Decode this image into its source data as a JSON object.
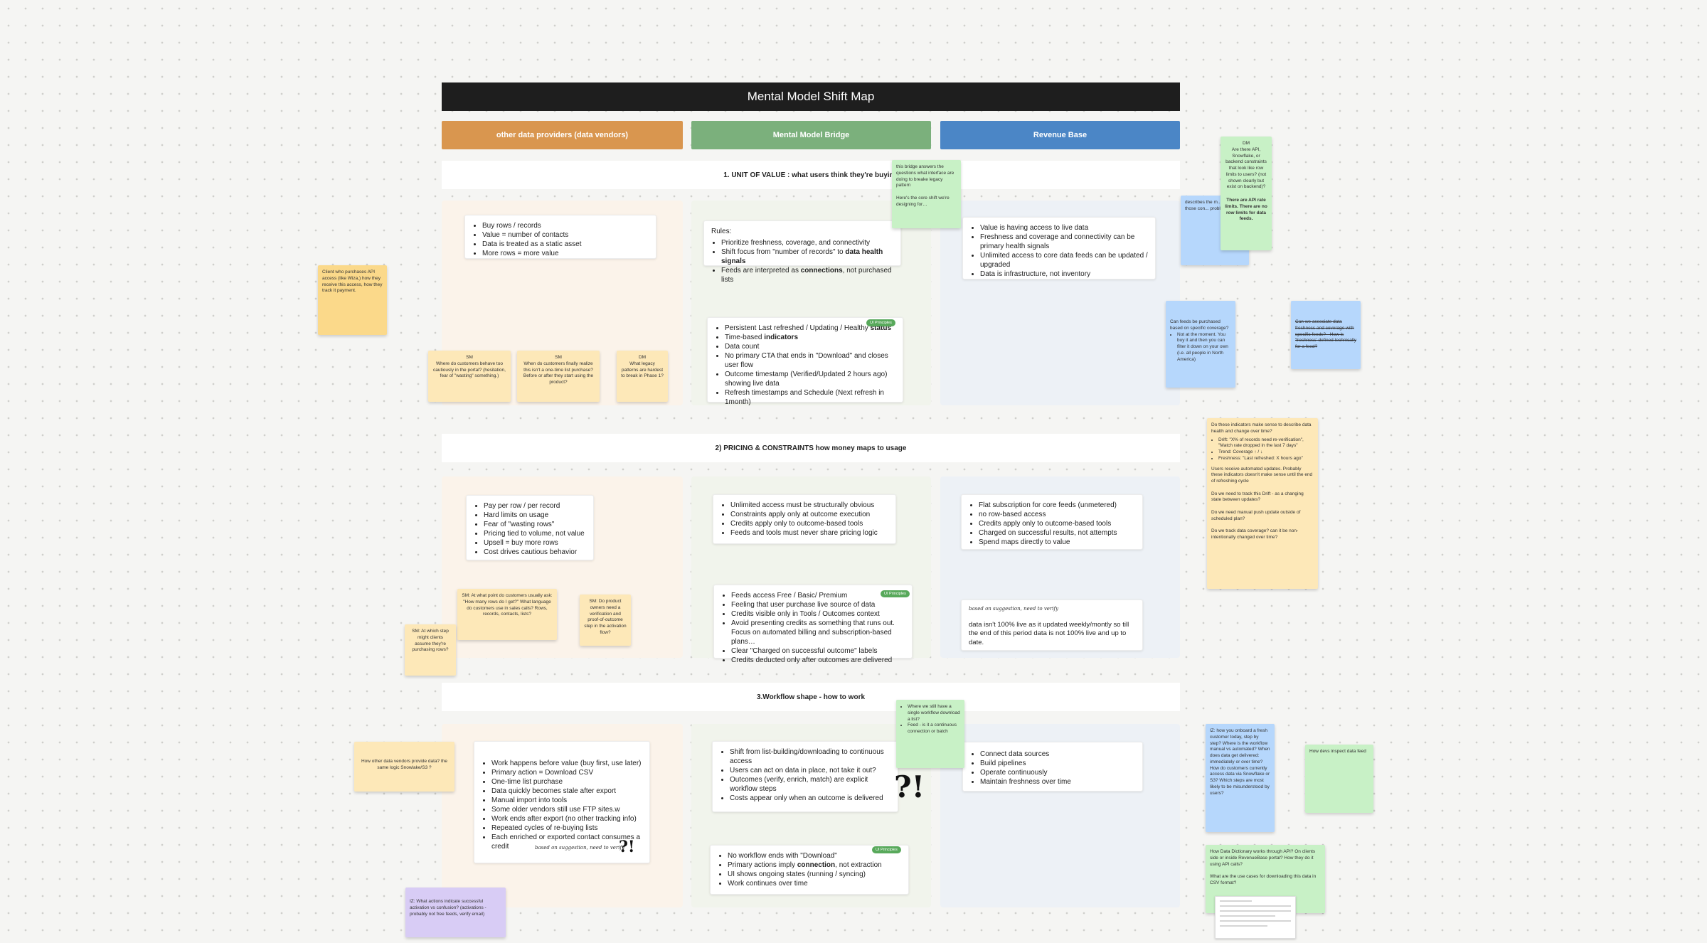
{
  "board": {
    "title": "Mental Model Shift Map",
    "columns": [
      {
        "label": "other data providers (data vendors)",
        "color": "#d9964f"
      },
      {
        "label": "Mental Model Bridge",
        "color": "#7bb07c"
      },
      {
        "label": "Revenue Base",
        "color": "#4b86c6"
      }
    ]
  },
  "sections": {
    "s1": "1.  UNIT OF VALUE : what users think they're buying",
    "s2": "2) PRICING & CONSTRAINTS  how money maps to usage",
    "s3": "3.Workflow shape - how to work"
  },
  "s1": {
    "vendor": [
      "Buy rows / records",
      "Value = number of contacts",
      "Data is treated as a static asset",
      "More rows = more value"
    ],
    "bridge_rules_label": "Rules:",
    "bridge_rules": [
      "Prioritize freshness, coverage, and connectivity",
      "Shift focus from \"number of records\" to ",
      "Feeds are interpreted as ",
      ", not purchased lists"
    ],
    "bridge_rules_bold": {
      "data_health": "data health signals",
      "connections": "connections"
    },
    "bridge_principles": [
      "Persistent Last refreshed / Updating / Healthy ",
      "Time-based ",
      "Data count",
      "No primary CTA that ends in \"Download\" and closes user flow",
      "Outcome timestamp (Verified/Updated 2 hours ago) showing live data",
      "Refresh timestamps and Schedule (Next refresh in 1month)"
    ],
    "bridge_principles_bold": {
      "status": "status",
      "indicators": "indicators"
    },
    "revenue": [
      "Value is having access to live data",
      "Freshness and coverage and connectivity can be primary health signals",
      "Unlimited access to core data feeds can be updated / upgraded",
      "Data is infrastructure, not inventory"
    ]
  },
  "s2": {
    "vendor": [
      "Pay per row / per record",
      "Hard limits on usage",
      "Fear of \"wasting rows\"",
      "Pricing tied to volume, not value",
      "Upsell = buy more rows",
      "Cost drives cautious behavior"
    ],
    "bridge": [
      "Unlimited access must be structurally obvious",
      "Constraints apply only at outcome execution",
      "Credits apply only to outcome-based tools",
      "Feeds and tools must never share pricing logic"
    ],
    "bridge_principles": [
      "Feeds access Free / Basic/ Premium",
      "Feeling that user purchase live source of data",
      "Credits visible only in Tools / Outcomes context",
      "Avoid presenting credits as something that runs out. Focus on automated billing and subscription-based plans…",
      "Clear \"Charged on successful outcome\" labels",
      "Credits deducted only after outcomes are delivered"
    ],
    "revenue": [
      "Flat subscription for core feeds (unmetered)",
      "no row-based access",
      "Credits apply only to outcome-based tools",
      "Charged on successful results, not attempts",
      "Spend maps directly to value"
    ],
    "revenue_note_hand": "based on suggestion, need to verify",
    "revenue_note": "data isn't 100% live as it updated weekly/montly so till the end of this period data is not 100% live and up to date."
  },
  "s3": {
    "vendor": [
      "Work happens before value (buy first, use later)",
      "Primary action = Download CSV",
      "One-time list purchase",
      "Data quickly becomes stale after export",
      "Manual import into tools",
      "Some older vendors still use FTP sites.w",
      "Work ends after export (no other tracking info)",
      "Repeated cycles of re-buying lists",
      "Each enriched or exported contact consumes a credit"
    ],
    "vendor_hand": "based on suggestion, need to verify",
    "bridge": [
      "Shift from list-building/downloading to continuous access",
      "Users can act on data in place, not take it out?",
      "Outcomes (verify, enrich, match) are explicit workflow steps",
      "Costs appear only when an outcome is delivered"
    ],
    "bridge_principles": [
      "No workflow ends with \"Download\"",
      "Primary actions imply ",
      ", not extraction",
      "UI shows ongoing states (running / syncing)",
      "Work continues over time"
    ],
    "bridge_principles_bold": {
      "connection": "connection"
    },
    "revenue": [
      "Connect data sources",
      "Build pipelines",
      "Operate continuously",
      "Maintain freshness over time"
    ]
  },
  "pills": {
    "p1": "UI Principles",
    "p2": "UI Principles",
    "p3": "UI Principles"
  },
  "marks": {
    "qm1": "?!",
    "qm2": "?!"
  },
  "stickies": {
    "client_api": "Client who purchases API access (like Wiza,) how they receive this access, how they track it payment.",
    "sm1": "SM\nWhere do customers behave too cautiously in the portal? (hesitation, fear of \"wasting\" something.)",
    "sm2": "SM\nWhen do customers finally realize this isn't a one-time list purchase? Before or after they start using the product?",
    "dm1": "DM\nWhat legacy patterns are hardest to break in Phase 1?",
    "bridge_note": "this bridge answers the questions what interface are doing to breake legacy pattern\n\nHere's the core shift we're designing for…",
    "dm_api": "DM\nAre there API, Snowflake, or backend constraints that look like row limits to users? (not shown clearly but exist on backend)?",
    "dm_api_answer": "There are API rate limits. There are no row limits for data feeds.",
    "describes": "describes the m... model those con... problems.",
    "coverage": "Can feeds be purchased based on specific coverage?",
    "coverage_list": [
      "Not at the moment. You buy it and then you can filter it down on your own (i.e. all people in North America)"
    ],
    "freshness": "Can we associate data freshness and coverage with specific feeds? - How is 'freshness' defined technically for a feed?",
    "indicators": "Do these indicators make sense to describe data health and change over time?",
    "indicators_list": [
      "Drift: \"X% of records need re-verification\", \"Match rate dropped in the last 7 days\"",
      "Trend: Coverage ↑ / ↓",
      "Freshness: \"Last refreshed: X hours ago\""
    ],
    "indicators_rest": "Users receive automated updates. Probably these indicators doesn't make sense until the end of refreshing cycle\n\nDo we need to track this Drift - as a changing state between updates?\n\nDo we need manual push update outside of scheduled plan?\n\nDo we track data coverage? can it be non-intentionally changed over time?",
    "sm_limits": "SM: At what point do customers usually ask: \"How many rows do I get?\" What language do customers use in sales calls?\nRows, records, contacts, lists?",
    "sm_stop": "SM: At which step might clients assume they're purchasing rows?",
    "sm_owners": "SM: Do product owners need a verification and proof-of-outcome step in the activation flow?",
    "workflow_ask": [
      "Where we still have a single workflow download a list?",
      "Feed - is it a continuous connection or batch"
    ],
    "vendors_provide": "How other data vendors provide data? the same logic Snowlake/S3 ?",
    "onboard": "IZ: how you onboard a fresh customer today, step by step? Where is the workflow manual vs automated? When does data get delivered: immediately or over time? How do customers currently access data via Snowflake or S3? Which steps are most likely to be misunderstood by users?",
    "devs_inspect": "How devs inspect data feed",
    "data_dictionary": "How Data Dictionary works through API? On clients side or inside RevenueBase portal? How they do it using API calls?\n\nWhat are the use cases for downloading this data in CSV format?",
    "actions": "IZ: What actions indicate successful activation vs confusion? (activations - probably not free feeds, verify email)"
  }
}
